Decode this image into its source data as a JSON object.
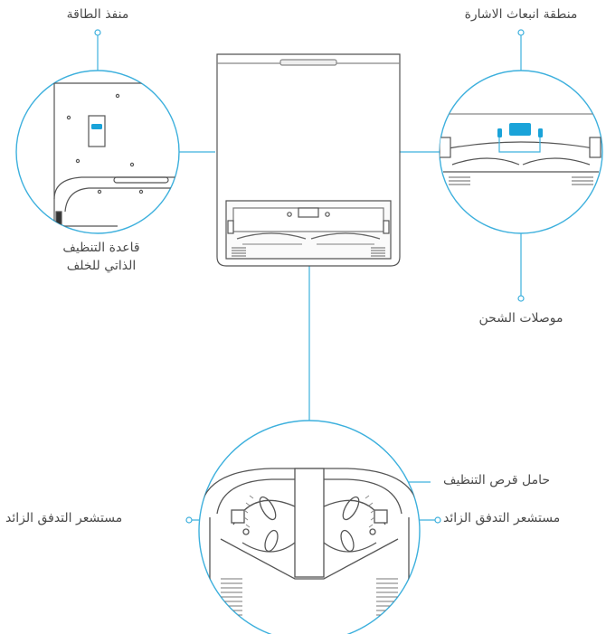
{
  "labels": {
    "power_port": "منفذ الطاقة",
    "signal_area": "منطقة انبعاث الاشارة",
    "self_clean_base_line1": "قاعدة التنظيف",
    "self_clean_base_line2": "الذاتي للخلف",
    "charging_contacts": "موصلات الشحن",
    "mop_holder": "حامل قرص التنظيف",
    "overflow_sensor_left": "مستشعر التدفق الزائد",
    "overflow_sensor_right": "مستشعر التدفق الزائد"
  },
  "colors": {
    "accent": "#1aa3d9",
    "line": "#3db0dd",
    "outline": "#555555",
    "grid": "#777777"
  }
}
